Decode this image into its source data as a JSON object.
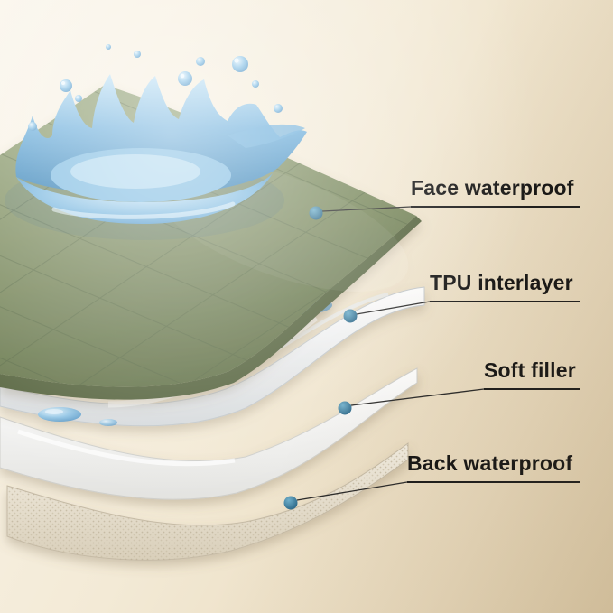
{
  "labels": {
    "face": "Face waterproof",
    "tpu": "TPU interlayer",
    "soft": "Soft filler",
    "back": "Back waterproof"
  },
  "colors": {
    "background": "#f1e7d2",
    "fabric_green": "#7c8c5e",
    "quilt_stitch_green": "#566842",
    "water_blue": "#4e9bd1",
    "water_light": "#cfe9f8",
    "callout_dot_teal": "#2c6e92",
    "label_text": "#141414",
    "soft_filler_white": "#ffffff",
    "back_layer_beige": "#ece5d6"
  }
}
